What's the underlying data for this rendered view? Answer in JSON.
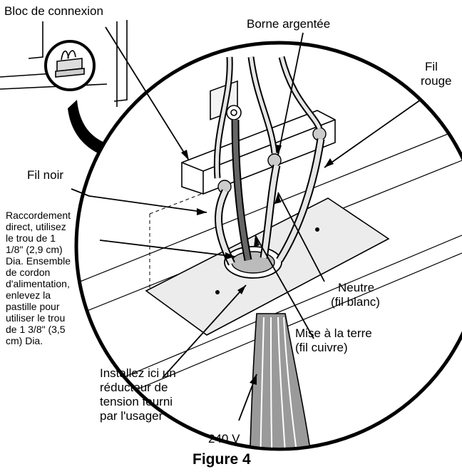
{
  "labels": {
    "bloc_connexion": "Bloc de connexion",
    "borne_argentee": "Borne argentée",
    "fil_rouge": [
      "Fil",
      "rouge"
    ],
    "fil_noir": "Fil noir",
    "raccordement": [
      "Raccordement",
      "direct, utilisez",
      "le trou de 1",
      "1/8\" (2,9 cm)",
      "Dia. Ensemble",
      "de cordon",
      "d'alimentation,",
      "enlevez la",
      "pastille pour",
      "utiliser le trou",
      "de 1 3/8\" (3,5",
      "cm) Dia."
    ],
    "neutre": [
      "Neutre",
      "(fil blanc)"
    ],
    "mise_terre": [
      "Mise à la terre",
      "(fil cuivre)"
    ],
    "installez": [
      "Installez ici un",
      "réducteur de",
      "tension fourni",
      "par l'usager"
    ],
    "voltage": "240 V",
    "figure": "Figure 4"
  },
  "colors": {
    "line": "#000000",
    "wire_dark": "#555555",
    "wire_light": "#e6e6e6",
    "plate": "#ececec",
    "cord": "#8a8a8a"
  }
}
